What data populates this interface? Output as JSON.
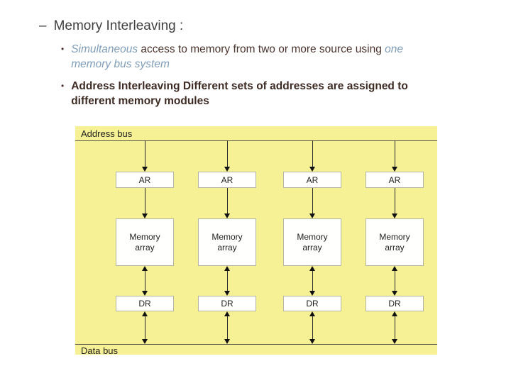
{
  "slide": {
    "title": {
      "dash": "–",
      "text": "Memory Interleaving :"
    },
    "bullet_marker": "•",
    "bullet1": {
      "seg_italic1": "Simultaneous",
      "seg_plain": " access to memory from two or more source using ",
      "seg_italic2": "one",
      "seg_italic3": "memory bus system"
    },
    "bullet2": {
      "line1": "Address Interleaving Different sets of addresses are assigned to",
      "line2": "different memory modules"
    }
  },
  "diagram": {
    "address_bus_label": "Address bus",
    "data_bus_label": "Data bus",
    "columns": [
      {
        "ar": "AR",
        "memory": "Memory array",
        "dr": "DR"
      },
      {
        "ar": "AR",
        "memory": "Memory array",
        "dr": "DR"
      },
      {
        "ar": "AR",
        "memory": "Memory array",
        "dr": "DR"
      },
      {
        "ar": "AR",
        "memory": "Memory array",
        "dr": "DR"
      }
    ]
  },
  "colors": {
    "diagram_background": "#f7f195",
    "box_fill": "#ffffff",
    "box_border": "#b3b3a8",
    "line_and_arrow": "#1a1a1a",
    "title_text": "#3f3f3f",
    "body_text": "#4a342d",
    "bold_body_text": "#3d2b24",
    "accent_italic_text": "#7f9db9"
  }
}
